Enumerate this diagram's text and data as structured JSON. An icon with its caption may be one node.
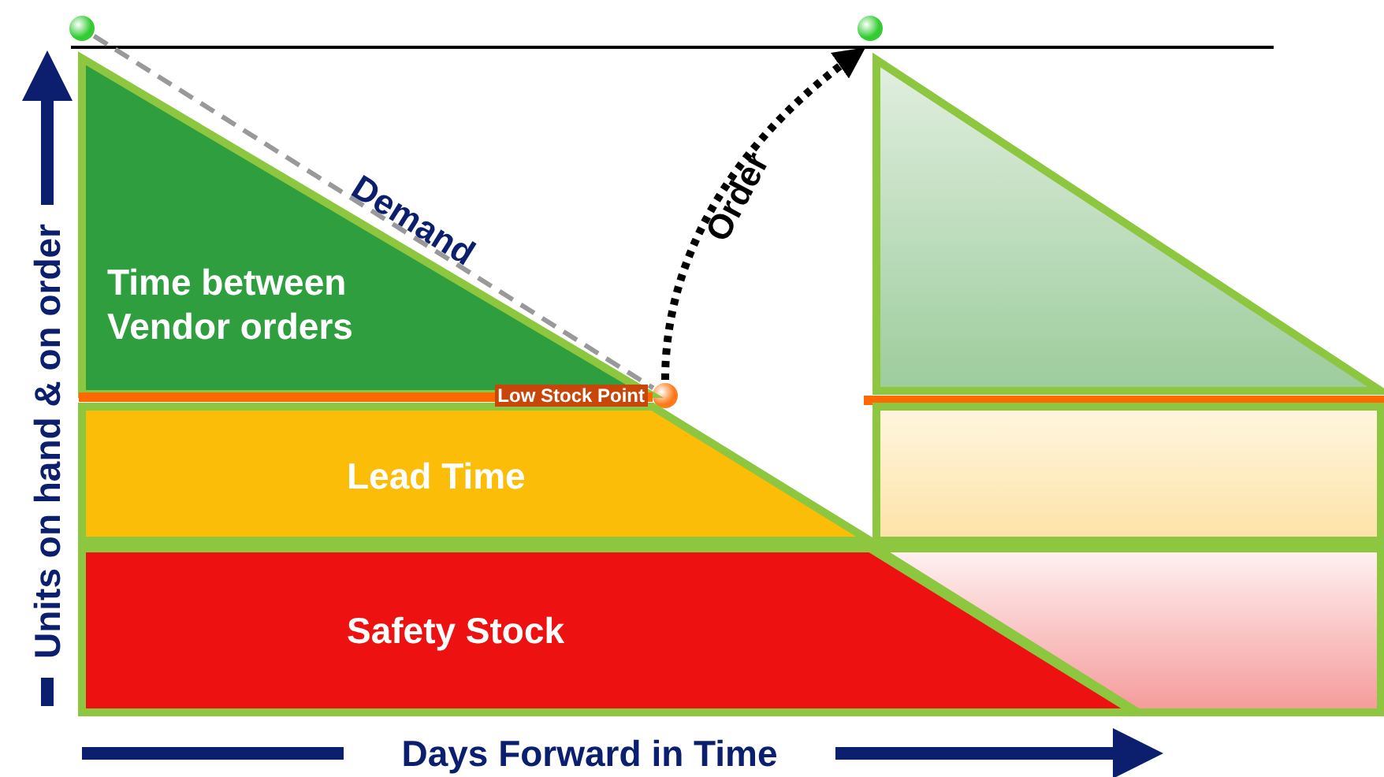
{
  "diagram": {
    "nodes": [
      {
        "text": [],
        "shape": "circle"
      },
      {
        "text": [],
        "shape": "circle"
      },
      {
        "text": [],
        "shape": "circle",
        "beside": [
          "Low Stock Point"
        ]
      },
      {
        "text": [
          "Time between Vendor orders"
        ]
      },
      {
        "text": [
          "Lead Time"
        ]
      },
      {
        "text": [
          "Safety Stock"
        ]
      },
      {
        "text": [],
        "shape": "triangle"
      },
      {
        "text": [],
        "shape": "box"
      },
      {
        "text": [],
        "shape": "box"
      }
    ],
    "edges": [
      {
        "from": 0,
        "to": 2,
        "arrow": "none",
        "label": "Demand",
        "style": "dashed"
      },
      {
        "from": 2,
        "to": 1,
        "arrow": "to",
        "label": "Order",
        "style": "dashed",
        "color": "#000000"
      }
    ],
    "labels": [
      "Units on hand & on order",
      "Days Forward in Time"
    ]
  }
}
